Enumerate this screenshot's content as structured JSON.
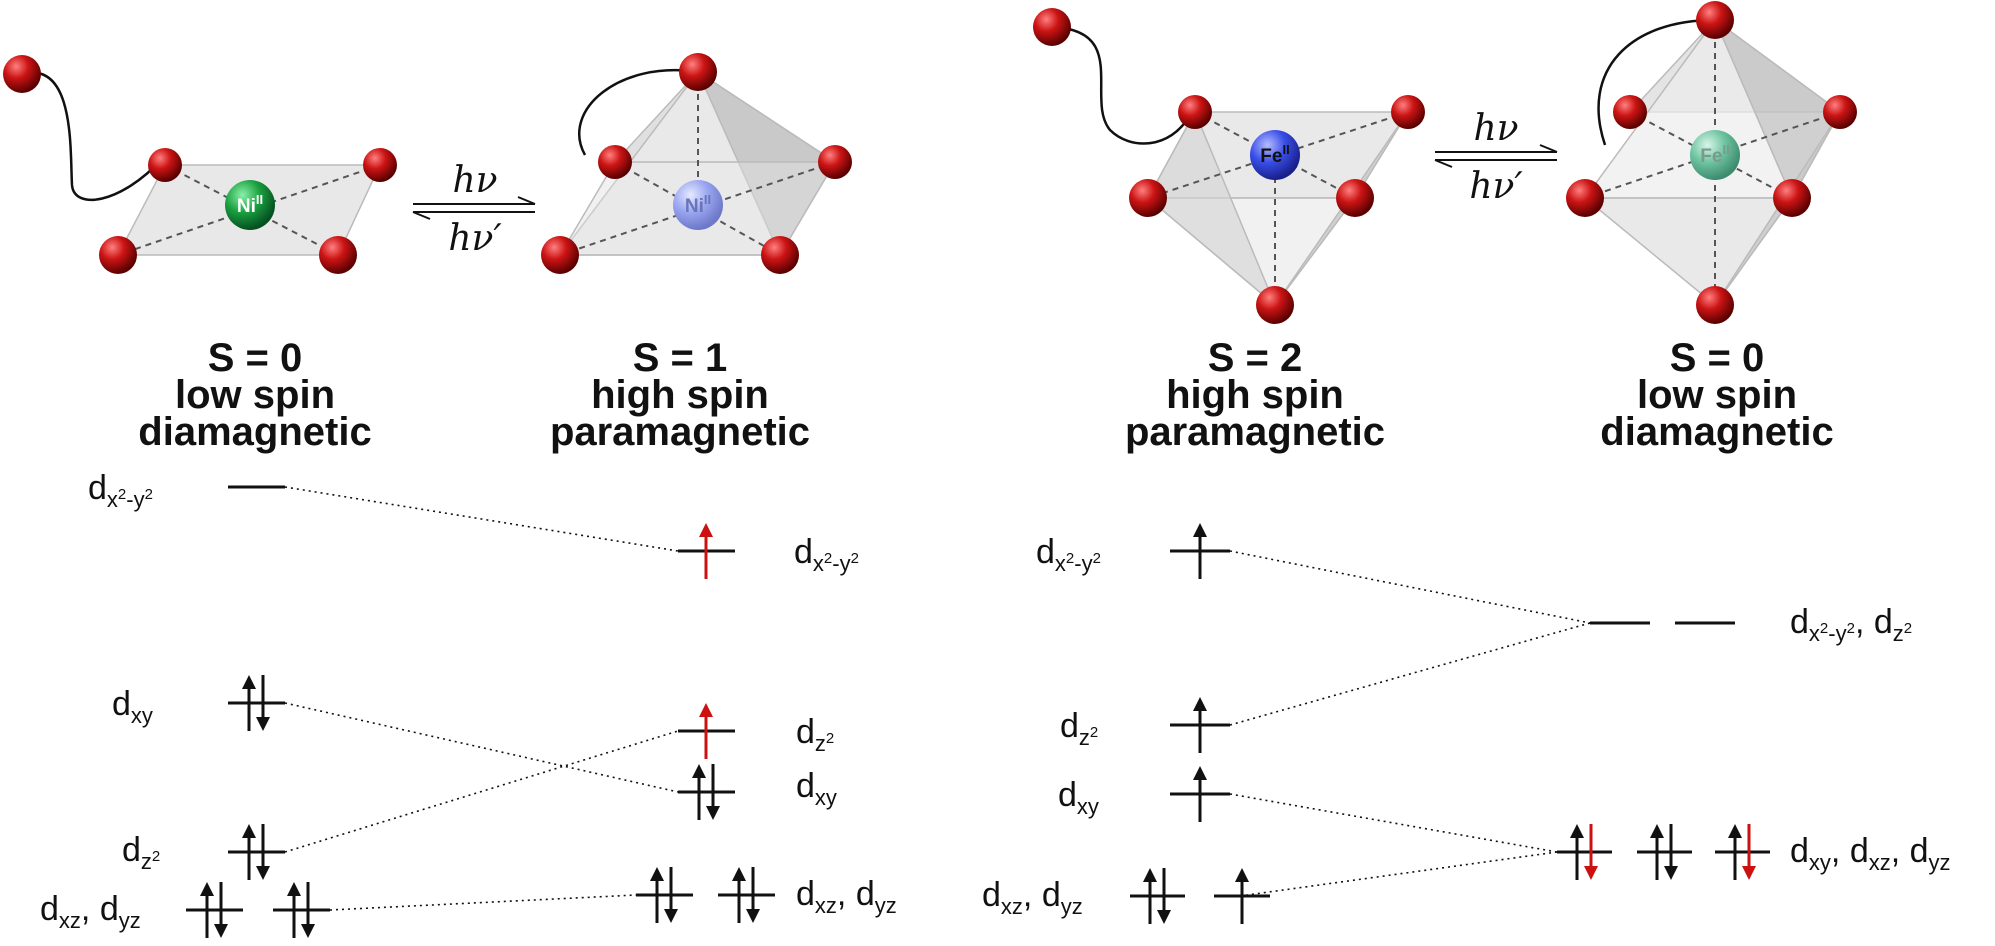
{
  "structures": {
    "ni_low": {
      "metal": "Ni",
      "ox": "II"
    },
    "ni_high": {
      "metal": "Ni",
      "ox": "II"
    },
    "fe_high": {
      "metal": "Fe",
      "ox": "II"
    },
    "fe_low": {
      "metal": "Fe",
      "ox": "II"
    }
  },
  "equilibria": {
    "ni": {
      "forward": "hν",
      "reverse": "hν′"
    },
    "fe": {
      "forward": "hν",
      "reverse": "hν′"
    }
  },
  "states": {
    "ni_low": {
      "spin": "S = 0",
      "type": "low spin",
      "magnetism": "diamagnetic"
    },
    "ni_high": {
      "spin": "S = 1",
      "type": "high spin",
      "magnetism": "paramagnetic"
    },
    "fe_high": {
      "spin": "S = 2",
      "type": "high spin",
      "magnetism": "paramagnetic"
    },
    "fe_low": {
      "spin": "S = 0",
      "type": "low spin",
      "magnetism": "diamagnetic"
    }
  },
  "levels": {
    "ni_low": {
      "dx2y2": "d",
      "dxy": "d",
      "dz2": "d",
      "dxzdyz": "d"
    },
    "ni_high": {
      "dx2y2": "d",
      "dz2": "d",
      "dxy": "d",
      "dxzdyz": "d"
    },
    "fe_high": {
      "dx2y2": "d",
      "dz2": "d",
      "dxy": "d",
      "dxzdyz": "d"
    },
    "fe_low": {
      "eg": "d",
      "t2g": "d"
    }
  },
  "colors": {
    "oxygen": "#c81010",
    "ni_low_metal": "#1aa040",
    "ni_high_metal": "#9aa6f0",
    "fe_high_metal": "#3a4ee8",
    "fe_low_metal": "#6ec4a0",
    "spin_highlight": "#cc1111",
    "line": "#111111"
  }
}
